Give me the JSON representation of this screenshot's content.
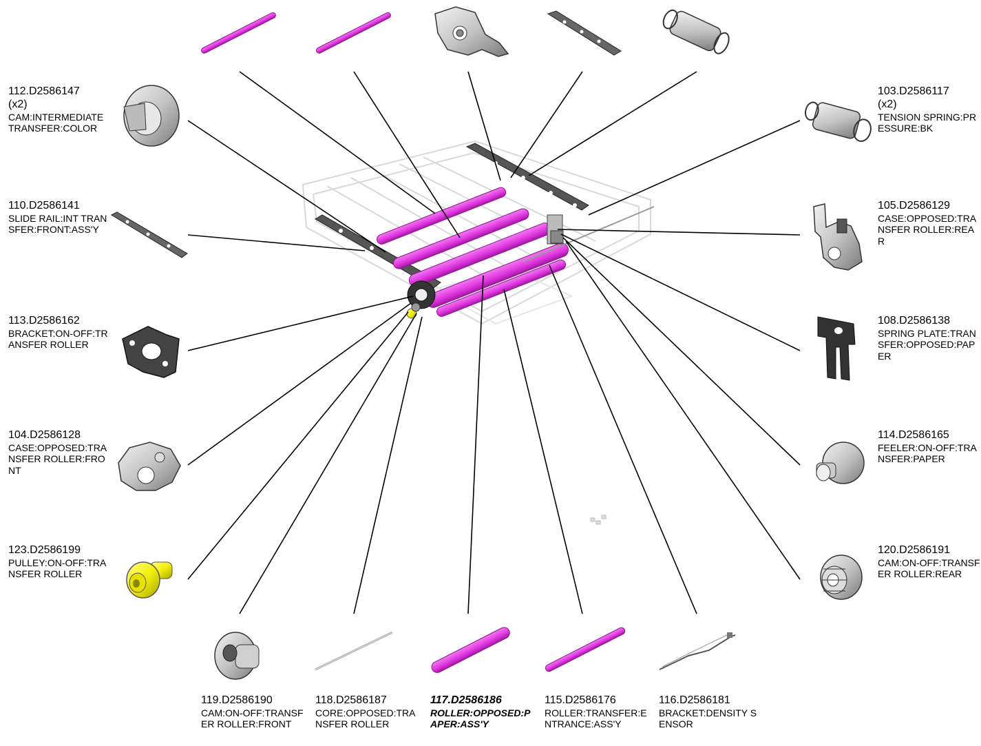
{
  "diagram": {
    "labels": {
      "p112": {
        "num": "112.D2586147",
        "qty": "(x2)",
        "desc": "CAM:INTERMEDIATE TRANSFER:COLOR"
      },
      "p110": {
        "num": "110.D2586141",
        "desc": "SLIDE RAIL:INT TRANSFER:FRONT:ASS'Y"
      },
      "p113": {
        "num": "113.D2586162",
        "desc": "BRACKET:ON-OFF:TRANSFER ROLLER"
      },
      "p104": {
        "num": "104.D2586128",
        "desc": "CASE:OPPOSED:TRANSFER ROLLER:FRONT"
      },
      "p123": {
        "num": "123.D2586199",
        "desc": "PULLEY:ON-OFF:TRANSFER ROLLER"
      },
      "p103": {
        "num": "103.D2586117",
        "qty": "(x2)",
        "desc": "TENSION SPRING:PRESSURE:BK"
      },
      "p105": {
        "num": "105.D2586129",
        "desc": "CASE:OPPOSED:TRANSFER ROLLER:REAR"
      },
      "p108": {
        "num": "108.D2586138",
        "desc": "SPRING PLATE:TRANSFER:OPPOSED:PAPER"
      },
      "p114": {
        "num": "114.D2586165",
        "desc": "FEELER:ON-OFF:TRANSFER:PAPER"
      },
      "p120": {
        "num": "120.D2586191",
        "desc": "CAM:ON-OFF:TRANSFER ROLLER:REAR"
      },
      "p119": {
        "num": "119.D2586190",
        "desc": "CAM:ON-OFF:TRANSFER ROLLER:FRONT"
      },
      "p118": {
        "num": "118.D2586187",
        "desc": "CORE:OPPOSED:TRANSFER ROLLER"
      },
      "p117": {
        "num": "117.D2586186",
        "desc": "ROLLER:OPPOSED:PAPER:ASS'Y"
      },
      "p115": {
        "num": "115.D2586176",
        "desc": "ROLLER:TRANSFER:ENTRANCE:ASS'Y"
      },
      "p116": {
        "num": "116.D2586181",
        "desc": "BRACKET:DENSITY SENSOR"
      }
    },
    "colors": {
      "roller": "#e238e2",
      "roller_dark": "#b21ab2",
      "pulley": "#f3f00c",
      "part_grey": "#b9b9b9",
      "leader": "#000000"
    }
  }
}
